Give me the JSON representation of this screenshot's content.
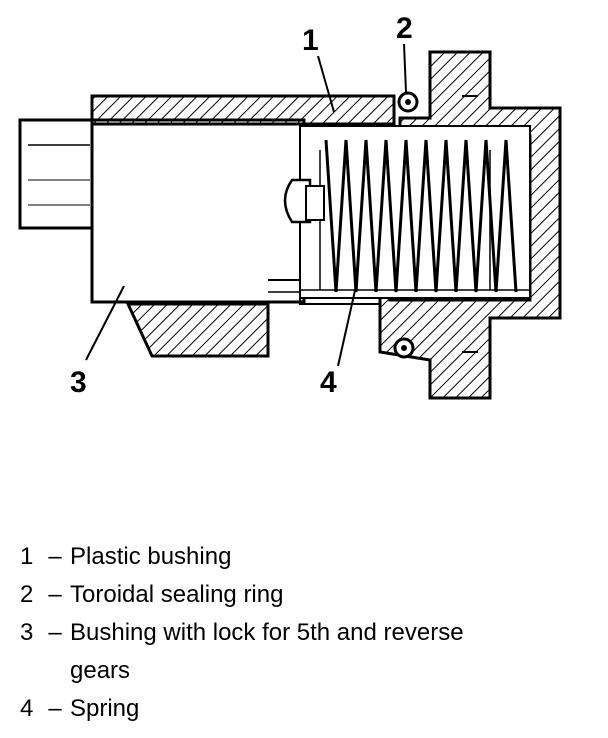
{
  "callouts": {
    "c1": "1",
    "c2": "2",
    "c3": "3",
    "c4": "4"
  },
  "legend": [
    {
      "num": "1",
      "dash": "–",
      "text": "Plastic bushing"
    },
    {
      "num": "2",
      "dash": "–",
      "text": "Toroidal sealing ring"
    },
    {
      "num": "3",
      "dash": "–",
      "text": "Bushing with lock for 5th and reverse",
      "cont": "gears"
    },
    {
      "num": "4",
      "dash": "–",
      "text": "Spring"
    }
  ]
}
